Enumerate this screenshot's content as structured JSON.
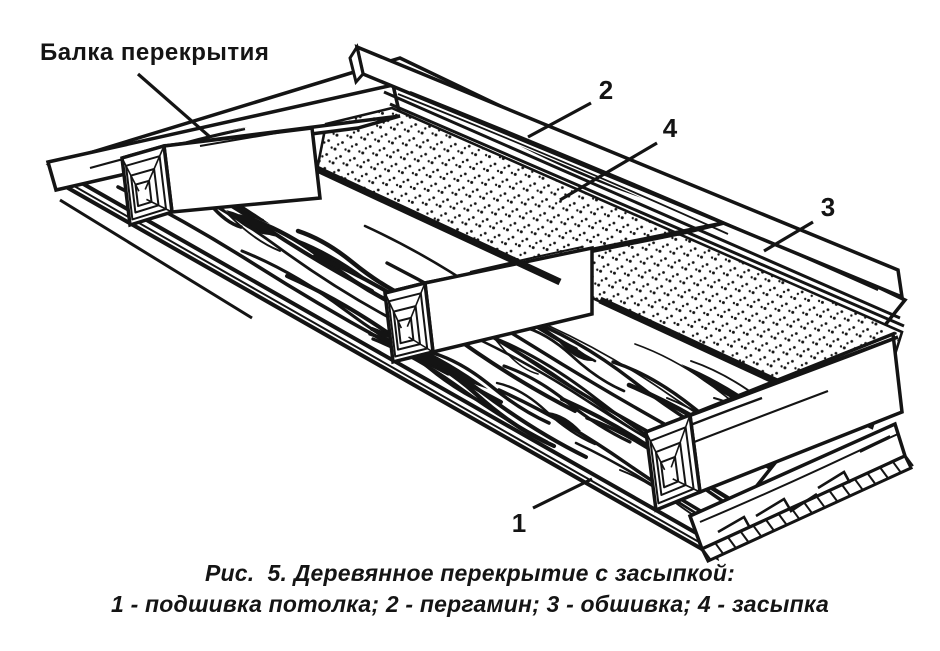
{
  "figure": {
    "labels": {
      "beam": "Балка перекрытия"
    },
    "callouts": [
      "1",
      "2",
      "3",
      "4"
    ],
    "caption": {
      "line1": "Рис.  5. Деревянное перекрытие с засыпкой:",
      "line2": "1 - подшивка потолка; 2 - пергамин; 3 - обшивка; 4 - засыпка"
    },
    "colors": {
      "ink": "#141414",
      "paper": "#ffffff"
    }
  }
}
